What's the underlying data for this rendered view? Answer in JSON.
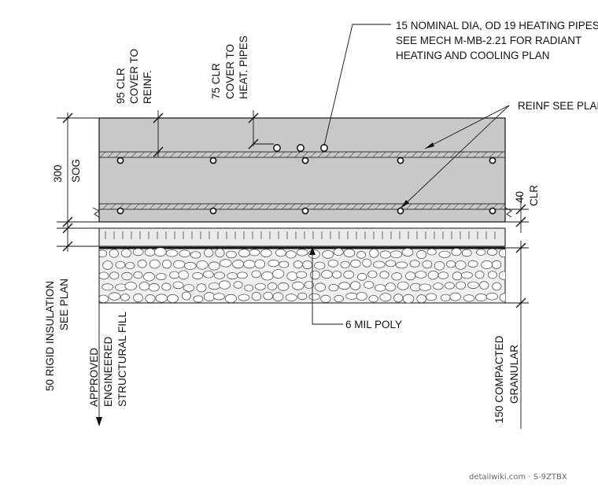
{
  "labels": {
    "heating_pipes": [
      "15 NOMINAL DIA, OD 19 HEATING PIPES",
      "SEE MECH M-MB-2.21 FOR RADIANT",
      "HEATING  AND COOLING PLAN"
    ],
    "reinf_see_plan": "REINF SEE PLAN",
    "cover_95": [
      "95 CLR",
      "COVER TO",
      "REINF."
    ],
    "cover_75": [
      "75 CLR",
      "COVER TO",
      "HEAT. PIPES"
    ],
    "sog": [
      "300",
      "SOG"
    ],
    "clr_40": [
      "40",
      "CLR"
    ],
    "poly": "6 MIL POLY",
    "rigid_insulation": [
      "50 RIGID INSULATION",
      "SEE PLAN"
    ],
    "structural_fill": [
      "APPROVED",
      "ENGINEERED",
      "STRUCTURAL  FILL"
    ],
    "granular": [
      "150 COMPACTED",
      "GRANULAR"
    ],
    "watermark": "detailwiki.com · S-9ZTBX"
  },
  "colors": {
    "concrete": "#c8c8c8",
    "insulation": "#e9e9e9",
    "gravel": "#efefef",
    "line": "#111111"
  }
}
